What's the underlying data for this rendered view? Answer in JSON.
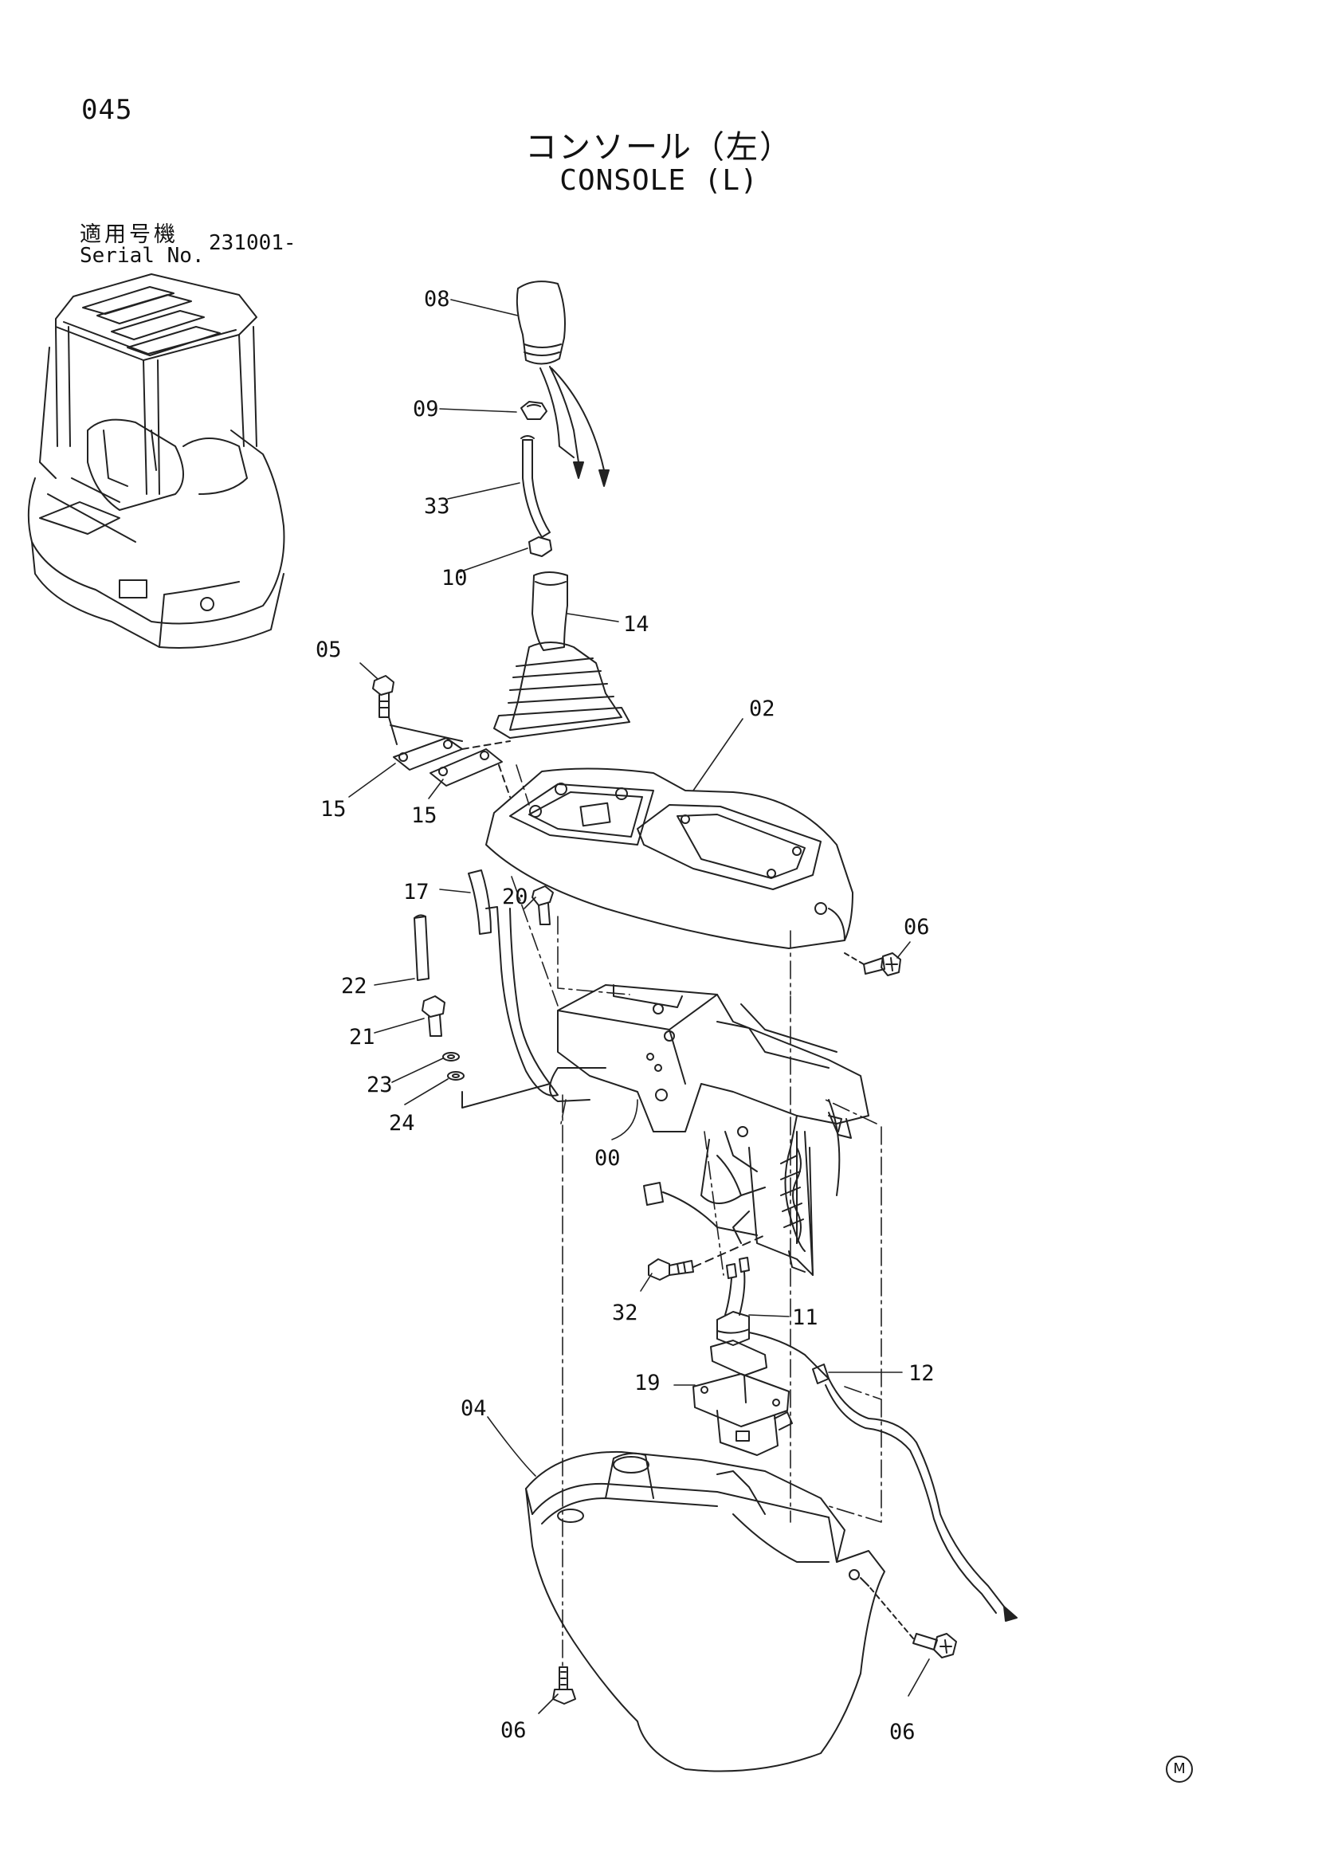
{
  "page_number": "045",
  "title_jp": "コンソール（左）",
  "title_en": "CONSOLE (L)",
  "serial": {
    "label_jp": "適用号機",
    "label_en": "Serial No.",
    "value": "231001-"
  },
  "callouts": [
    "08",
    "09",
    "33",
    "10",
    "14",
    "05",
    "15",
    "15",
    "02",
    "17",
    "20",
    "06",
    "22",
    "21",
    "23",
    "24",
    "00",
    "32",
    "11",
    "12",
    "19",
    "04",
    "06",
    "06"
  ],
  "mark": "M"
}
